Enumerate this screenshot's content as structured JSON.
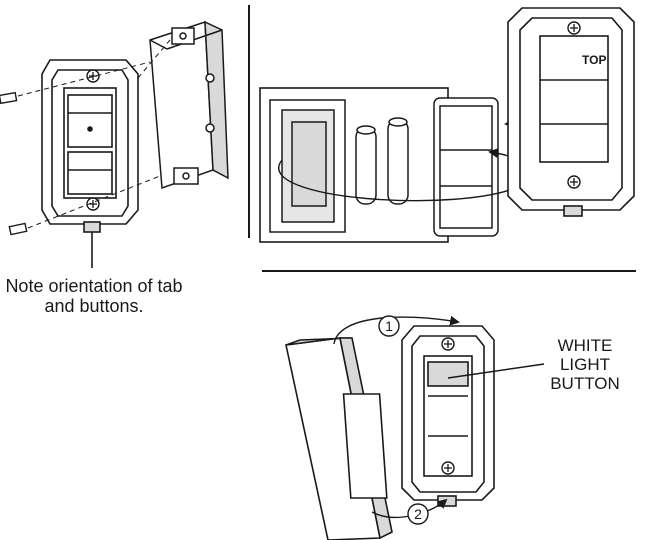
{
  "note_label": {
    "line1": "Note orientation of tab",
    "line2": "and buttons."
  },
  "callout_label": {
    "line1": "WHITE",
    "line2": "LIGHT",
    "line3": "BUTTON"
  },
  "step_markers": {
    "first": "1",
    "second": "2"
  },
  "frame_text": {
    "top_mark": "TOP"
  },
  "colors": {
    "line": "#1a1a1a",
    "shade": "#d9d9d9",
    "plate": "#e6e6e6",
    "background": "#ffffff"
  },
  "icons": [
    "screw-icon",
    "battery-icon",
    "curved-arrow-icon",
    "junction-box-icon"
  ]
}
